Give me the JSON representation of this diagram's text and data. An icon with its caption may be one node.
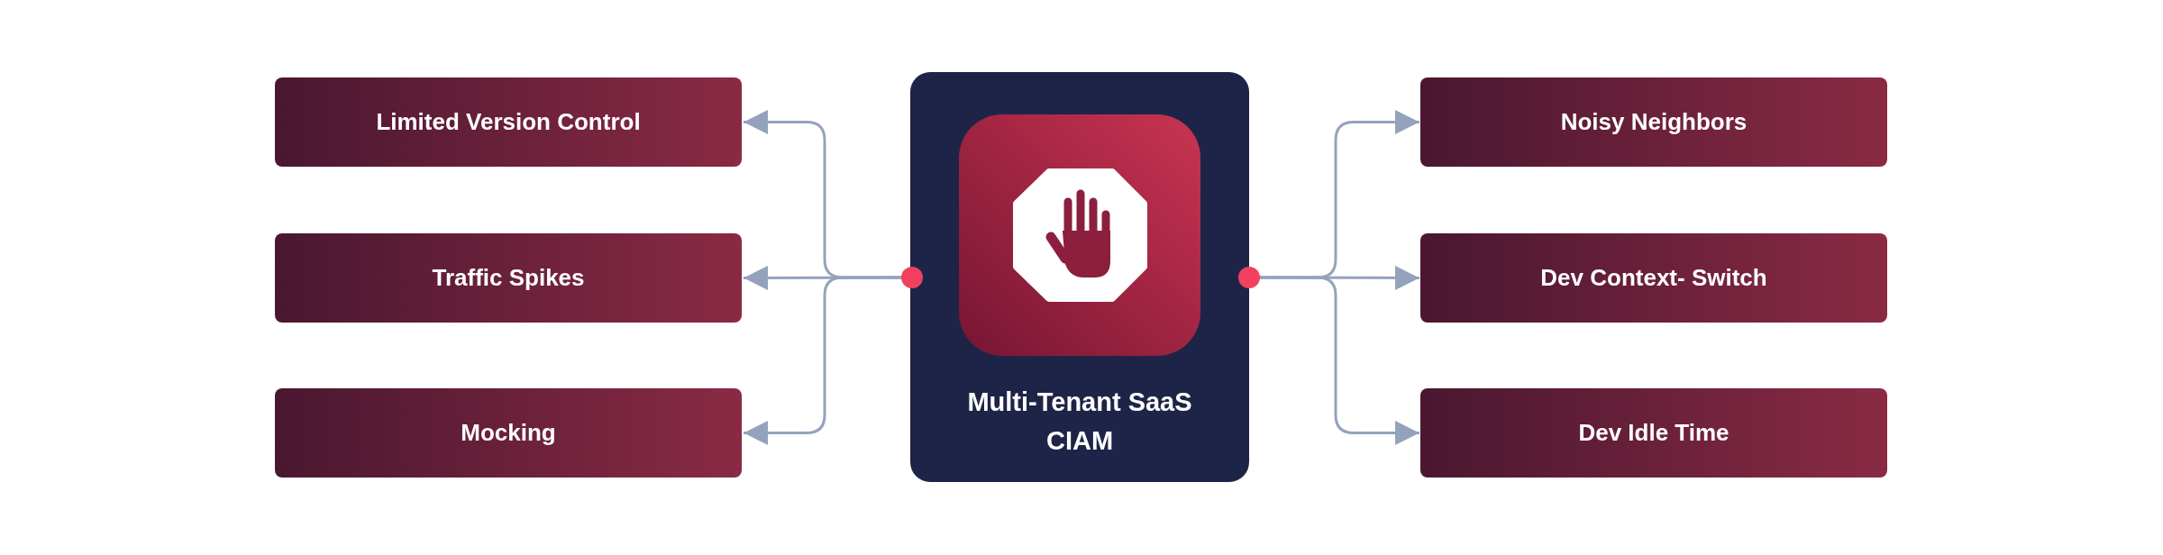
{
  "diagram": {
    "nodes": [
      {
        "text": [
          "Limited Version Control"
        ]
      },
      {
        "text": [
          "Traffic Spikes"
        ]
      },
      {
        "text": [
          "Mocking"
        ]
      },
      {
        "text": [
          "Multi-Tenant SaaS CIAM"
        ]
      },
      {
        "text": [
          "Noisy Neighbors"
        ]
      },
      {
        "text": [
          "Dev Context- Switch"
        ]
      },
      {
        "text": [
          "Dev Idle Time"
        ]
      }
    ],
    "edges": [
      {
        "from": 3,
        "to": 0,
        "arrow": "to"
      },
      {
        "from": 3,
        "to": 1,
        "arrow": "to"
      },
      {
        "from": 3,
        "to": 2,
        "arrow": "to"
      },
      {
        "from": 3,
        "to": 4,
        "arrow": "to"
      },
      {
        "from": 3,
        "to": 5,
        "arrow": "to"
      },
      {
        "from": 3,
        "to": 6,
        "arrow": "to"
      }
    ]
  }
}
